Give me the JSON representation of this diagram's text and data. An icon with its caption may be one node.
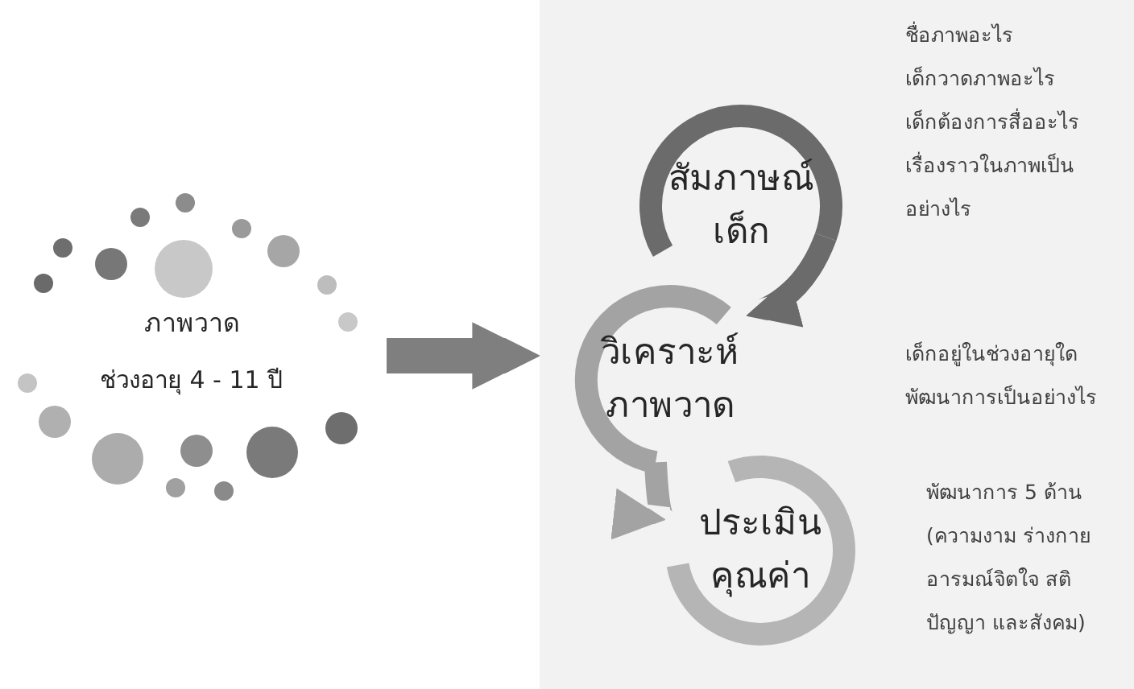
{
  "diagram": {
    "nodes": [
      {
        "text": [
          "ภาพวาด",
          "ช่วงอายุ 4 - 11 ปี"
        ]
      },
      {
        "text": [],
        "shape": "box"
      },
      {
        "text": [
          "สัมภาษณ์เด็ก"
        ],
        "in": 1,
        "beside": [
          "ชื่อภาพอะไร",
          "เด็กวาดภาพอะไร",
          "เด็กต้องการสื่ออะไร",
          "เรื่องราวในภาพเป็นอย่างไร"
        ]
      },
      {
        "text": [
          "วิเคราะห์ภาพวาด"
        ],
        "in": 1,
        "beside": [
          "เด็กอยู่ในช่วงอายุใด",
          "พัฒนาการเป็นอย่างไร"
        ]
      },
      {
        "text": [
          "ประเมินคุณค่า"
        ],
        "in": 1,
        "beside": [
          "พัฒนาการ 5 ด้าน (ความงาม ร่างกาย อารมณ์จิตใจ สติปัญญา และสังคม)"
        ]
      }
    ],
    "edges": [
      {
        "from": 0,
        "to": 1,
        "arrow": "to"
      },
      {
        "from": 2,
        "to": 3,
        "arrow": "to"
      },
      {
        "from": 3,
        "to": 4,
        "arrow": "to"
      }
    ]
  }
}
